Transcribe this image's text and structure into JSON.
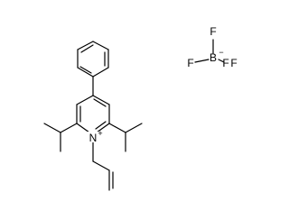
{
  "molecule": {
    "nitrogen": "N",
    "nitrogen_charge": "+"
  },
  "counterion": {
    "boron": "B",
    "boron_charge": "−",
    "fluorine_top": "F",
    "fluorine_left": "F",
    "fluorine_right": "F",
    "fluorine_second_right": "F"
  }
}
